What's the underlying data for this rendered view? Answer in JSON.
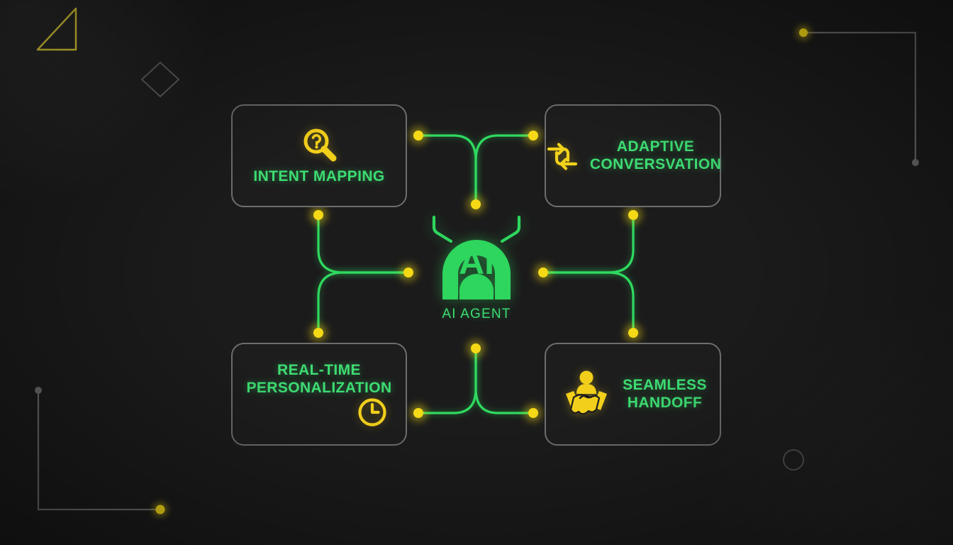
{
  "theme": {
    "background": "#1b1b1b",
    "accent_green": "#3ddc72",
    "accent_yellow": "#f5d916",
    "card_border": "#6e6e6e",
    "card_fill": "#1d1d1d",
    "decor_gray": "#6a6a6a"
  },
  "center": {
    "label": "AI AGENT",
    "icon": "robot-head-icon",
    "icon_text": "AI"
  },
  "cards": [
    {
      "id": "intent-mapping",
      "title": "INTENT MAPPING",
      "icon": "magnifier-question-icon",
      "position": "top-left"
    },
    {
      "id": "adaptive-conversvation",
      "title": "ADAPTIVE\nCONVERSVATION",
      "icon": "exchange-arrows-icon",
      "position": "top-right"
    },
    {
      "id": "real-time-personalization",
      "title": "REAL-TIME\nPERSONALIZATION",
      "icon": "clock-icon",
      "position": "bottom-left"
    },
    {
      "id": "seamless-handoff",
      "title": "SEAMLESS\nHANDOFF",
      "icon": "handshake-icon",
      "position": "bottom-right"
    }
  ],
  "decorations": [
    {
      "id": "triangle-outline",
      "shape": "right-triangle",
      "color": "#e8d53a"
    },
    {
      "id": "diamond-outline",
      "shape": "diamond",
      "color": "#5a5a5a"
    },
    {
      "id": "bracket-top-right",
      "shape": "corner-bracket",
      "color": "#6a6a6a"
    },
    {
      "id": "bracket-bottom-left",
      "shape": "corner-bracket",
      "color": "#6a6a6a"
    },
    {
      "id": "circle-outline",
      "shape": "circle",
      "color": "#4e4e4e"
    }
  ]
}
